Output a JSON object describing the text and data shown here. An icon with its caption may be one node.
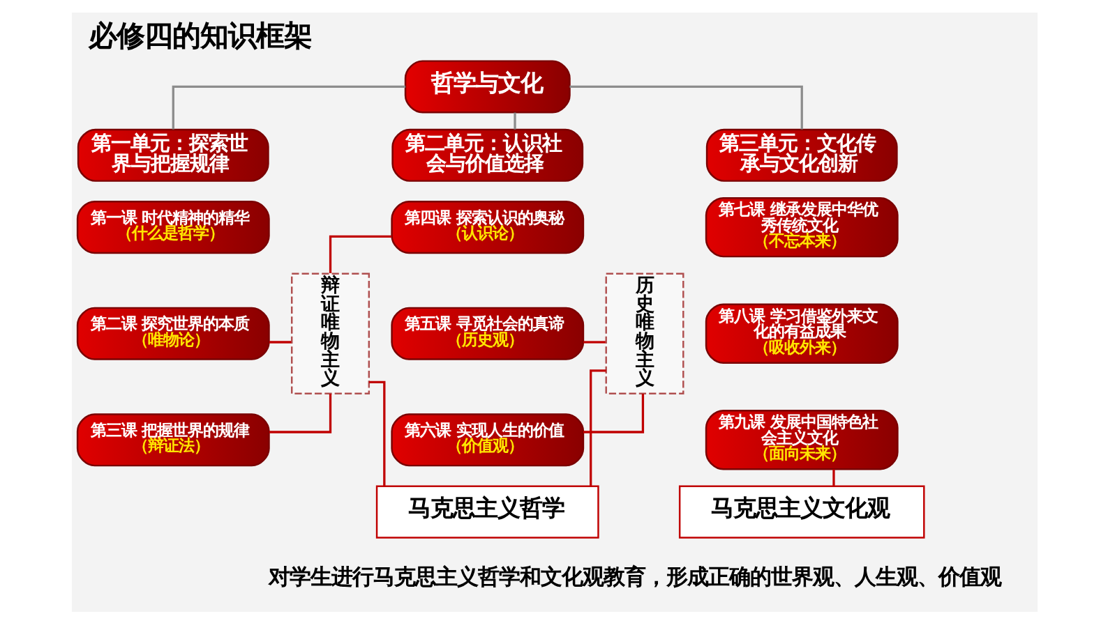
{
  "diagram": {
    "title": "必修四的知识框架",
    "caption": "对学生进行马克思主义哲学和文化观教育，形成正确的世界观、人生观、价值观",
    "nodes": [
      {
        "text": [
          "哲学与文化"
        ]
      },
      {
        "text": [
          "第一单元：探索世界与把握规律"
        ]
      },
      {
        "text": [
          "第一课 时代精神的精华",
          "（什么是哲学）"
        ]
      },
      {
        "text": [
          "第二课 探究世界的本质",
          "（唯物论）"
        ]
      },
      {
        "text": [
          "第三课 把握世界的规律",
          "（辩证法）"
        ]
      },
      {
        "text": [
          "辩证唯物主义"
        ]
      },
      {
        "text": [
          "第二单元：认识社会与价值选择"
        ]
      },
      {
        "text": [
          "第四课 探索认识的奥秘",
          "（认识论）"
        ]
      },
      {
        "text": [
          "第五课 寻觅社会的真谛",
          "（历史观）"
        ]
      },
      {
        "text": [
          "第六课 实现人生的价值",
          "（价值观）"
        ]
      },
      {
        "text": [
          "历史唯物主义"
        ]
      },
      {
        "text": [
          "第三单元：文化传承与文化创新"
        ]
      },
      {
        "text": [
          "第七课 继承发展中华优秀传统文化",
          "（不忘本来）"
        ]
      },
      {
        "text": [
          "第八课 学习借鉴外来文化的有益成果",
          "（吸收外来）"
        ]
      },
      {
        "text": [
          "第九课 发展中国特色社会主义文化",
          "（面向未来）"
        ]
      },
      {
        "text": [
          "马克思主义哲学"
        ]
      },
      {
        "text": [
          "马克思主义文化观"
        ]
      }
    ],
    "edges": [
      {
        "from": 0,
        "to": 1,
        "arrow": "none",
        "color": "#8c8c8c"
      },
      {
        "from": 0,
        "to": 6,
        "arrow": "none",
        "color": "#8c8c8c"
      },
      {
        "from": 0,
        "to": 11,
        "arrow": "none",
        "color": "#8c8c8c"
      },
      {
        "from": 3,
        "to": 5,
        "arrow": "none"
      },
      {
        "from": 4,
        "to": 5,
        "arrow": "none"
      },
      {
        "from": 5,
        "to": 7,
        "arrow": "none"
      },
      {
        "from": 8,
        "to": 10,
        "arrow": "none"
      },
      {
        "from": 9,
        "to": 10,
        "arrow": "none"
      },
      {
        "from": 5,
        "to": 15,
        "arrow": "none"
      },
      {
        "from": 10,
        "to": 15,
        "arrow": "none"
      },
      {
        "from": 14,
        "to": 16,
        "arrow": "none"
      }
    ]
  }
}
